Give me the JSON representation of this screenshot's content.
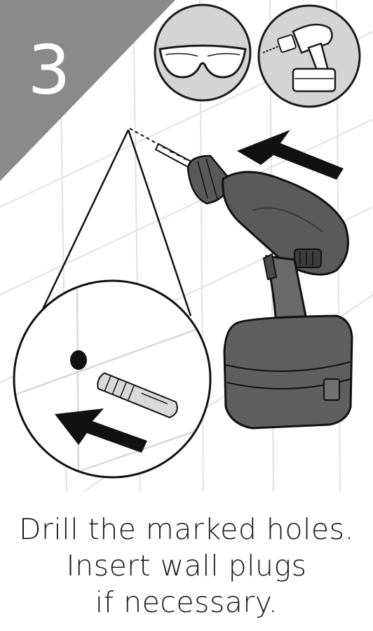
{
  "step": {
    "number": "3"
  },
  "caption": {
    "line1": "Drill the marked holes.",
    "line2": "Insert wall plugs",
    "line3": "if necessary."
  },
  "icons": {
    "required_tool_1": "safety-goggles-icon",
    "required_tool_2": "cordless-drill-icon"
  },
  "colors": {
    "banner": "#8a8a8a",
    "tile_grid": "#e2e2e2",
    "tool_body": "#555555",
    "arrow": "#111111"
  }
}
